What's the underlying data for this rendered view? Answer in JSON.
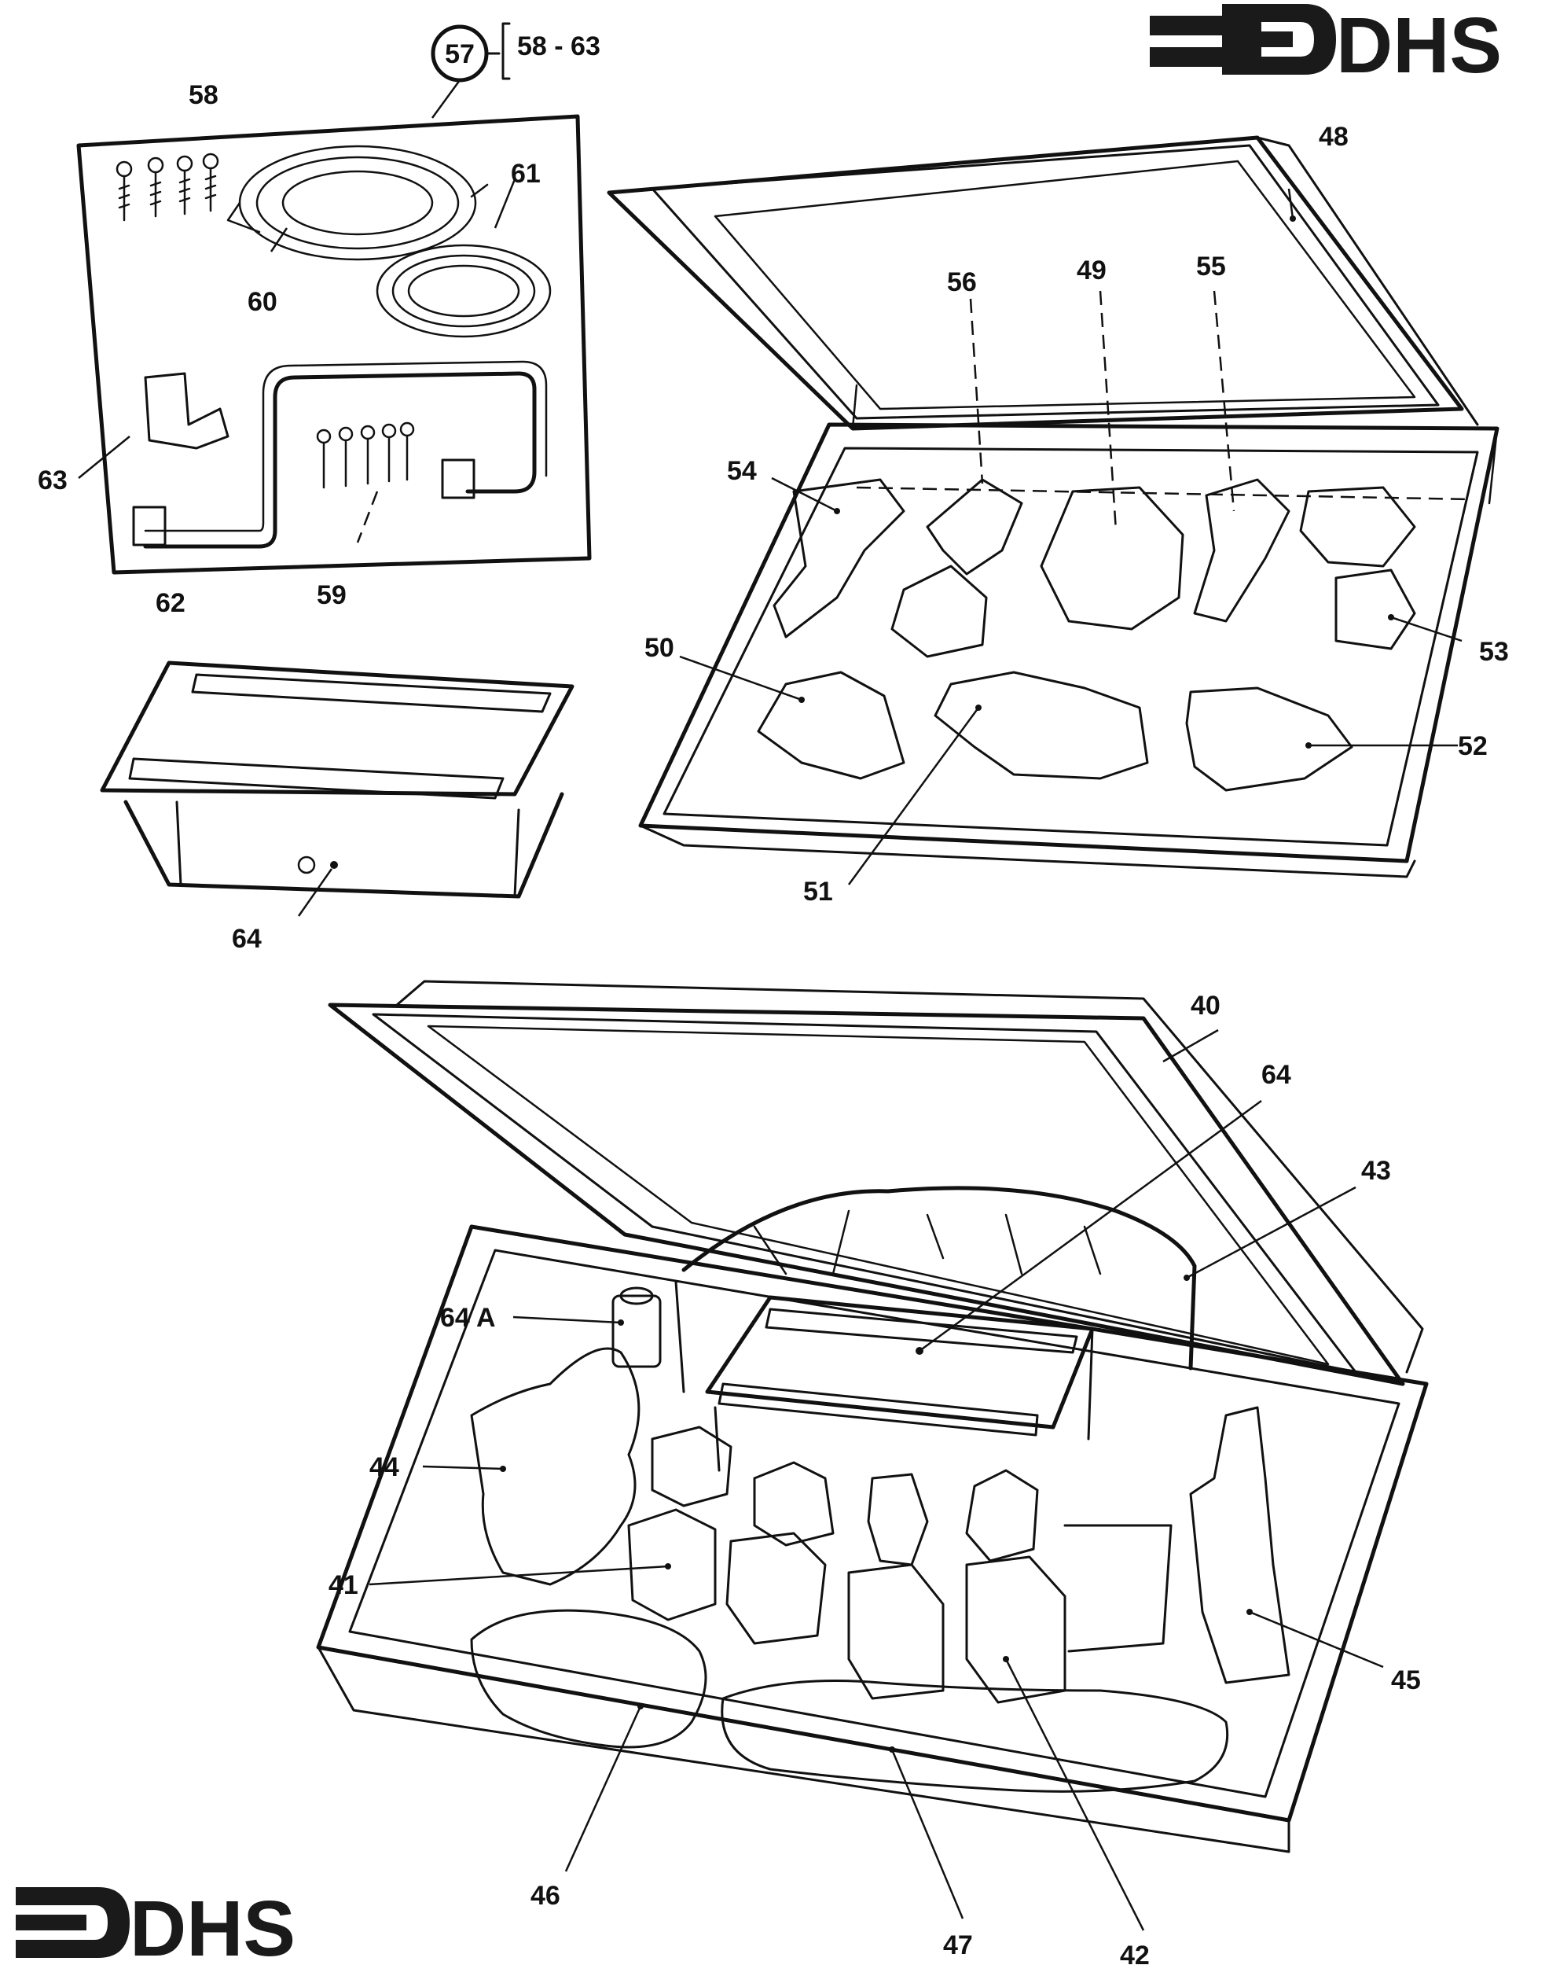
{
  "logo": {
    "text": "DHS"
  },
  "kit": {
    "callout": "57",
    "range_label": "58 - 63"
  },
  "labels": {
    "l58": "58",
    "l59": "59",
    "l60": "60",
    "l61": "61",
    "l62": "62",
    "l63": "63",
    "l64_burner": "64",
    "l48": "48",
    "l49": "49",
    "l50": "50",
    "l51": "51",
    "l52": "52",
    "l53": "53",
    "l54": "54",
    "l55": "55",
    "l56": "56",
    "l40": "40",
    "l41": "41",
    "l42": "42",
    "l43": "43",
    "l44": "44",
    "l45": "45",
    "l46": "46",
    "l47": "47",
    "l64_main": "64",
    "l64a": "64 A"
  }
}
